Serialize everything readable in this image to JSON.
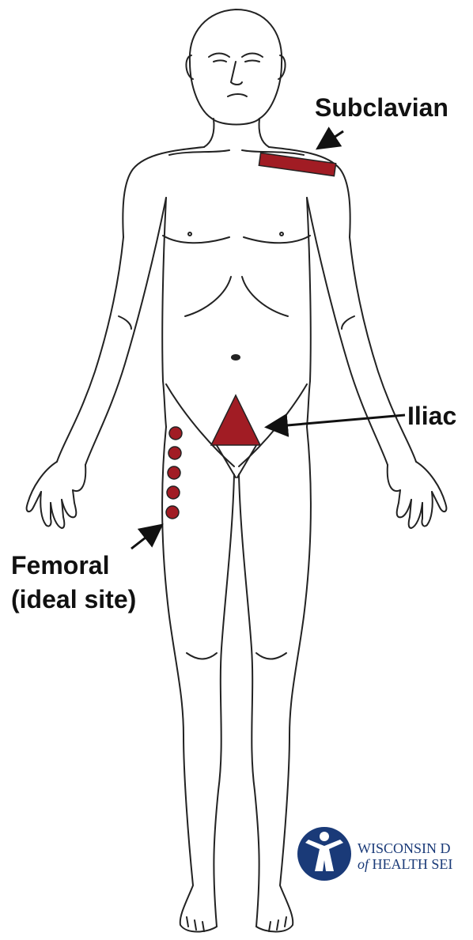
{
  "labels": {
    "subclavian": "Subclavian",
    "iliac": "Iliac",
    "femoral_line1": "Femoral",
    "femoral_line2": "(ideal site)"
  },
  "logo": {
    "line1": "WISCONSIN D",
    "line2_prefix": "of",
    "line2_rest": " HEALTH SEI"
  },
  "colors": {
    "marker": "#a11c24",
    "outline": "#222222",
    "logo_blue": "#1a3a78"
  },
  "icons": {
    "logo": "person-in-circle-icon"
  }
}
